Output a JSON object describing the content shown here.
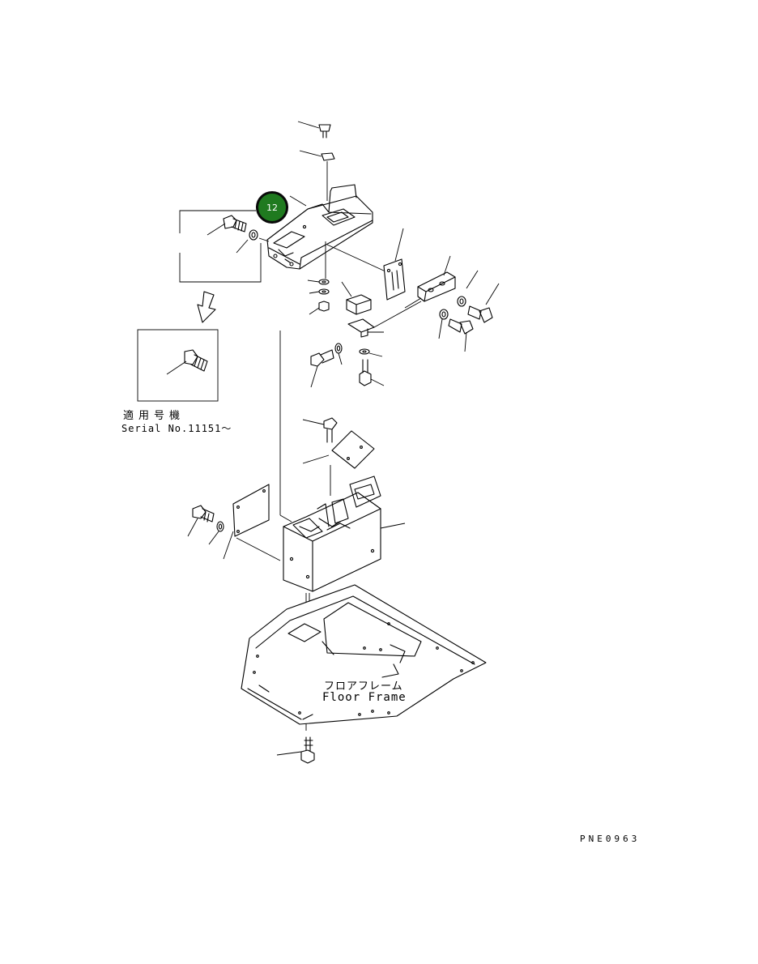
{
  "diagram": {
    "callout": {
      "number": "12",
      "color": "#1f7a1f"
    },
    "serial_note": {
      "japanese": "適用号機",
      "english": "Serial No.11151～"
    },
    "floor_frame": {
      "japanese": "フロアフレーム",
      "english": "Floor Frame"
    },
    "figure_code": "PNE0963",
    "line_color": "#000000",
    "background": "#ffffff"
  }
}
